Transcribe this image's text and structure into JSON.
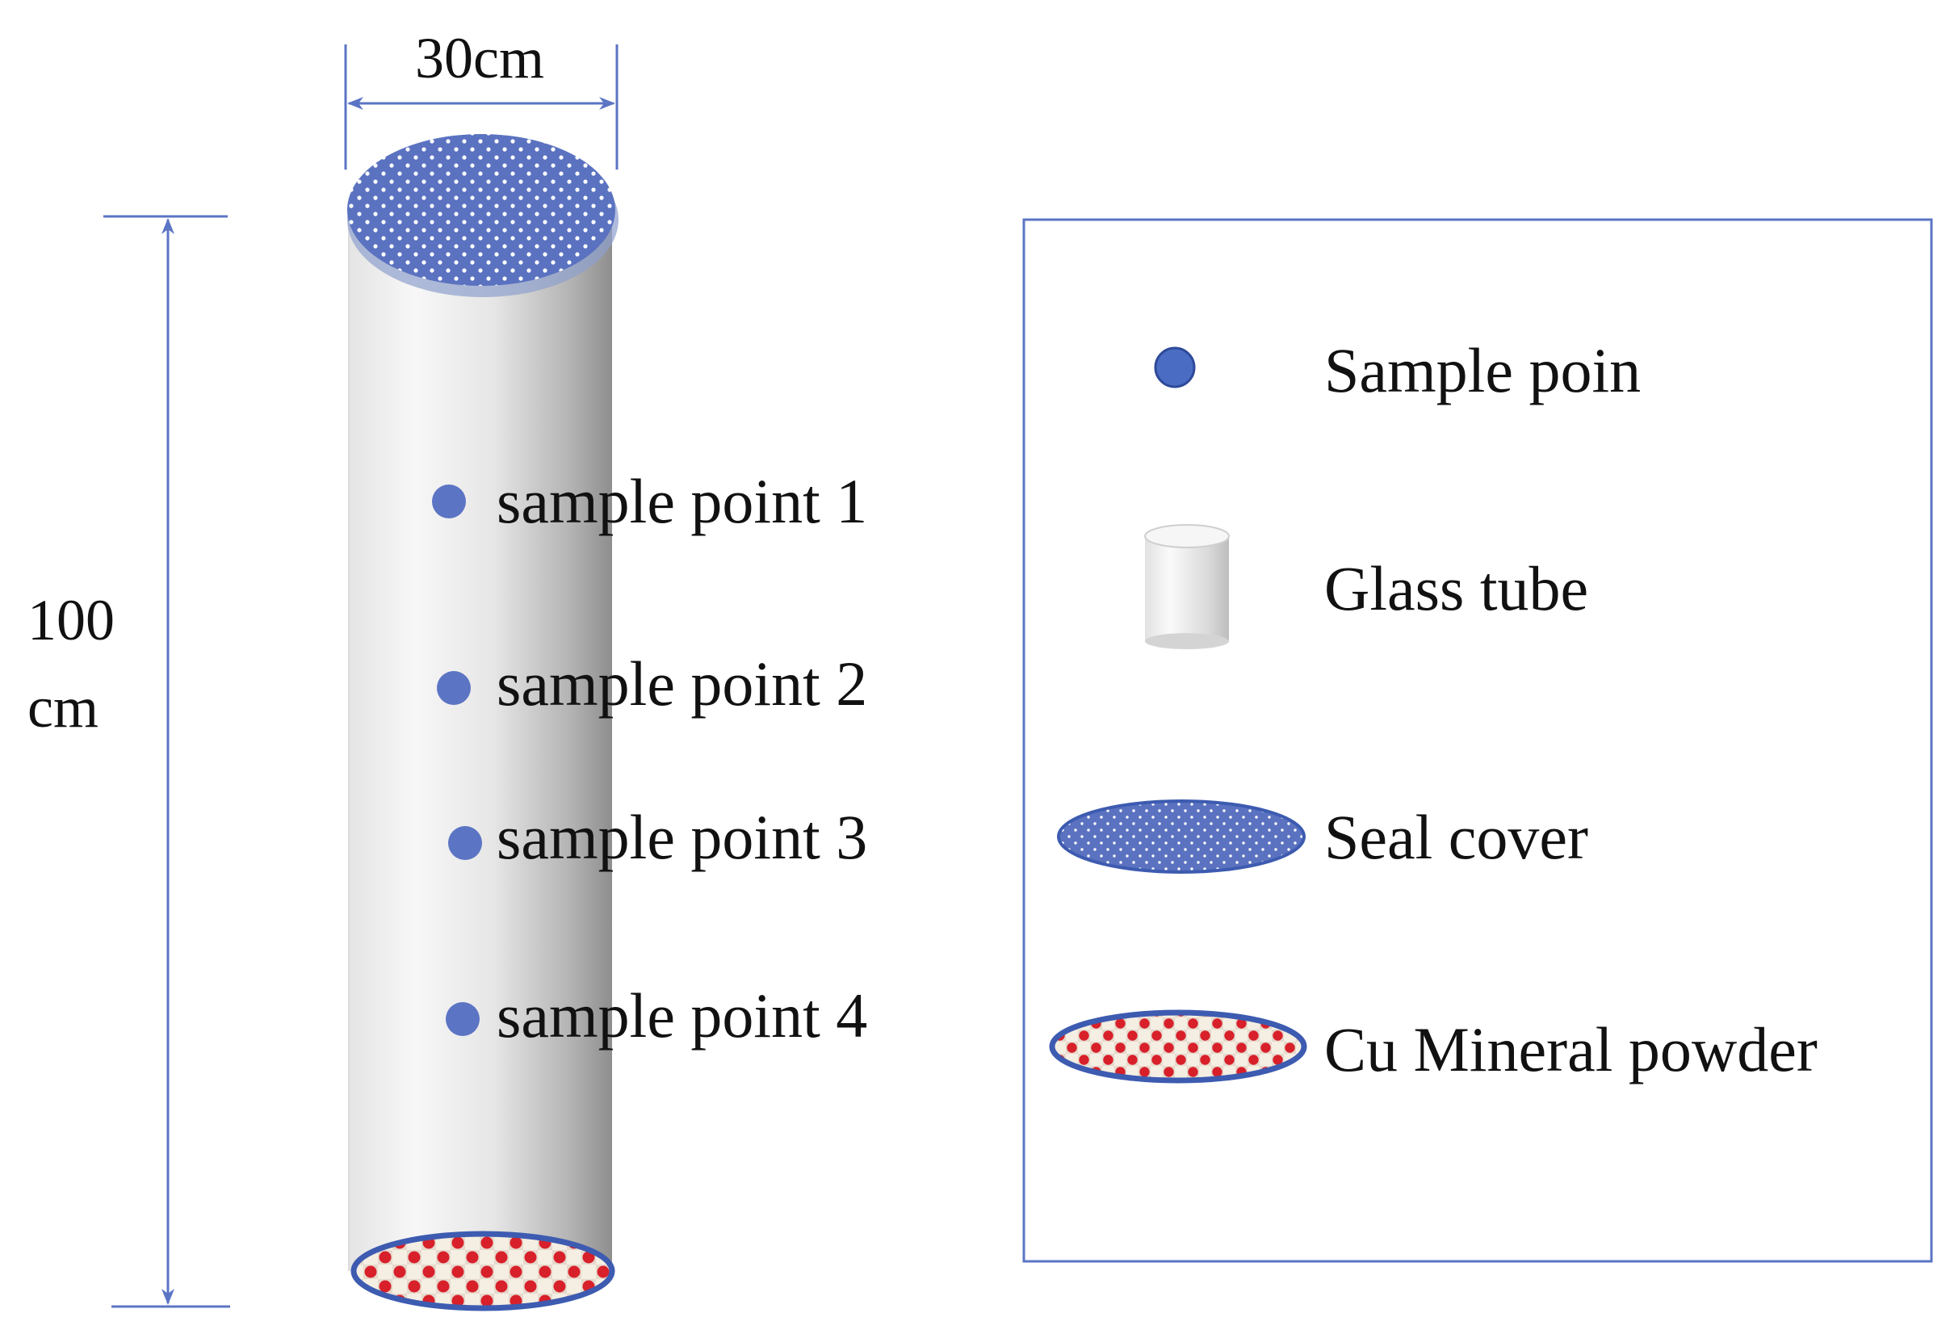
{
  "diagram": {
    "dimensions": {
      "width_label": "30cm",
      "height_label_line1": "100",
      "height_label_line2": "cm"
    },
    "sample_points": [
      {
        "label": "sample point 1"
      },
      {
        "label": "sample point 2"
      },
      {
        "label": "sample point 3"
      },
      {
        "label": "sample point 4"
      }
    ],
    "legend": {
      "items": [
        {
          "symbol": "sample-point",
          "label": "Sample poin"
        },
        {
          "symbol": "glass-tube",
          "label": "Glass tube"
        },
        {
          "symbol": "seal-cover",
          "label": "Seal cover"
        },
        {
          "symbol": "cu-mineral-powder",
          "label": "Cu Mineral powder"
        }
      ]
    },
    "colors": {
      "accent_blue": "#5b74c4",
      "seal_blue": "#5a72c0",
      "powder_red": "#d8202a",
      "tube_light": "#f2f2f2",
      "tube_dark": "#8c8c8c"
    }
  }
}
